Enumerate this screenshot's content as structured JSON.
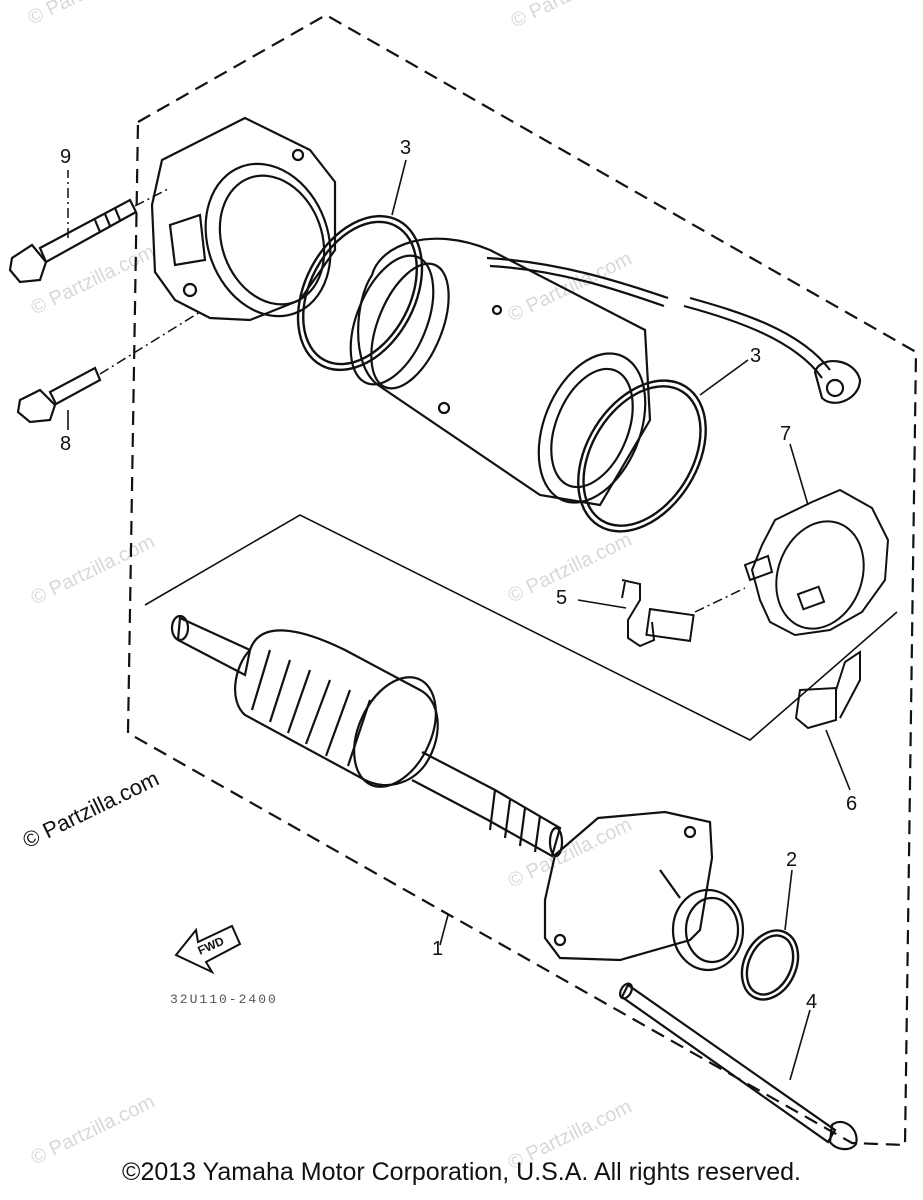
{
  "callouts": {
    "c1": "1",
    "c2": "2",
    "c3a": "3",
    "c3b": "3",
    "c4": "4",
    "c5": "5",
    "c6": "6",
    "c7": "7",
    "c8": "8",
    "c9": "9"
  },
  "watermark": "© Partzilla.com",
  "copyright": "©2013  Yamaha Motor Corporation, U.S.A. All rights reserved.",
  "part_code": "32U110-2400",
  "fwd_label": "FWD",
  "icons": [
    "fwd-arrow-icon"
  ],
  "colors": {
    "line": "#111111",
    "watermark": "#d8d8d8",
    "background": "#ffffff"
  }
}
